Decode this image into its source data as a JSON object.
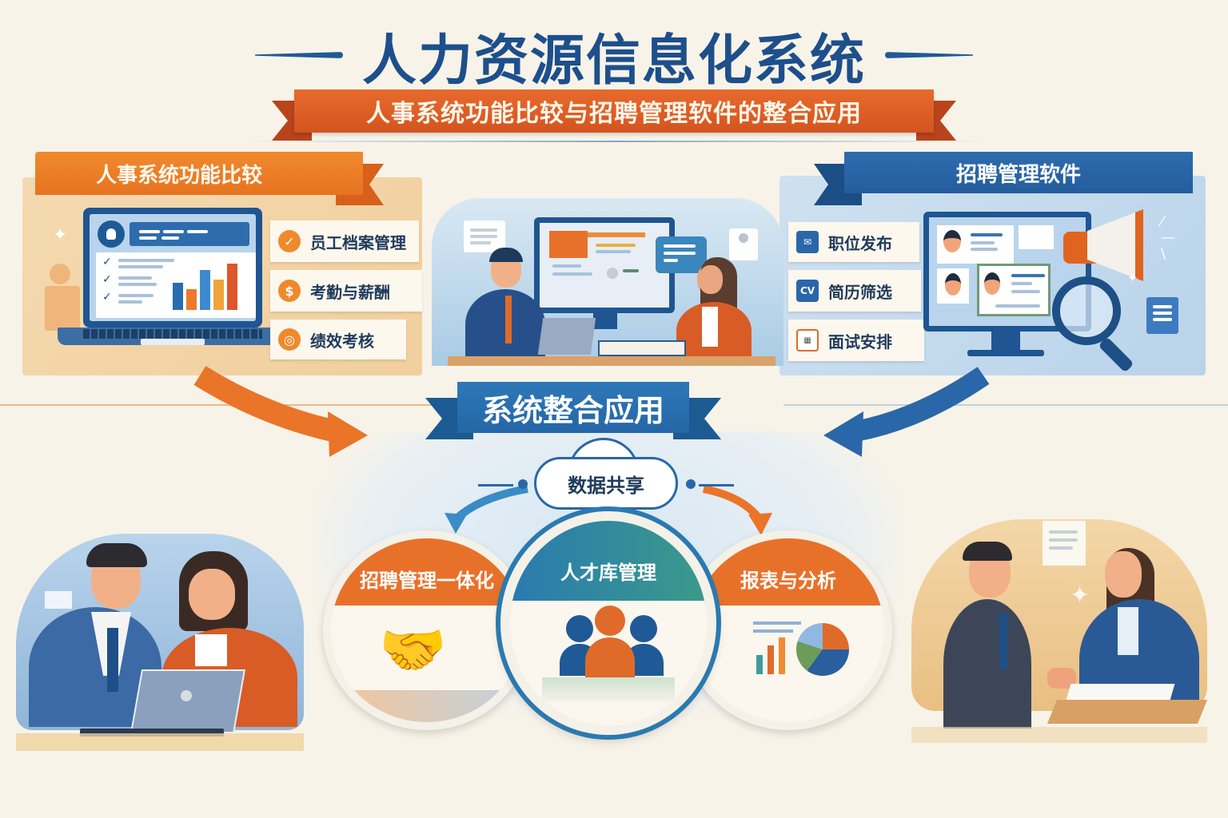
{
  "header": {
    "title": "人力资源信息化系统",
    "subtitle": "人事系统功能比较与招聘管理软件的整合应用"
  },
  "hr_section": {
    "title": "人事系统功能比较",
    "features": [
      {
        "label": "员工档案管理",
        "icon": "folder-icon",
        "icon_glyph": "✓"
      },
      {
        "label": "考勤与薪酬",
        "icon": "dollar-icon",
        "icon_glyph": "$"
      },
      {
        "label": "绩效考核",
        "icon": "target-icon",
        "icon_glyph": "◎"
      }
    ],
    "accent": "#e77320"
  },
  "recruit_section": {
    "title": "招聘管理软件",
    "features": [
      {
        "label": "职位发布",
        "icon": "envelope-icon",
        "icon_glyph": "✉"
      },
      {
        "label": "简历筛选",
        "icon": "cv-icon",
        "icon_glyph": "CV"
      },
      {
        "label": "面试安排",
        "icon": "calendar-icon",
        "icon_glyph": "▦"
      }
    ],
    "accent": "#245d9c"
  },
  "integration": {
    "title": "系统整合应用",
    "hub": "数据共享",
    "modules": [
      {
        "label": "招聘管理一体化",
        "icon": "handshake-icon",
        "color": "#e8712a"
      },
      {
        "label": "人才库管理",
        "icon": "team-icon",
        "color": "#2a7ab0"
      },
      {
        "label": "报表与分析",
        "icon": "report-chart-icon",
        "color": "#e8712a"
      }
    ]
  },
  "colors": {
    "background": "#f8f3e8",
    "primary_blue": "#1d4f8c",
    "primary_orange": "#e8712a"
  }
}
